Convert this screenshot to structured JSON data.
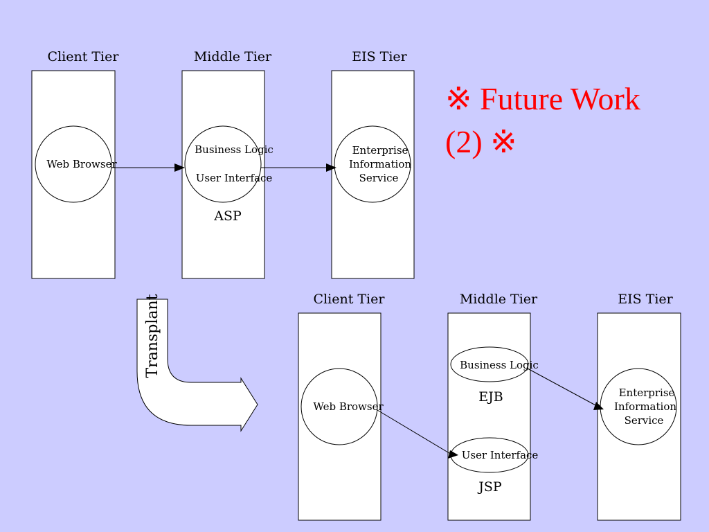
{
  "title": {
    "line1": "※ Future Work",
    "line2": "(2) ※",
    "color": "#ff0000"
  },
  "background_color": "#ccccff",
  "top_diagram": {
    "tiers": {
      "client": "Client Tier",
      "middle": "Middle Tier",
      "eis": "EIS Tier"
    },
    "web_browser": "Web Browser",
    "business_logic": "Business Logic",
    "user_interface": "User Interface",
    "enterprise": {
      "line1": "Enterprise",
      "line2": "Information",
      "line3": "Service"
    },
    "technology": "ASP"
  },
  "transplant_label": "Transplant",
  "bottom_diagram": {
    "tiers": {
      "client": "Client Tier",
      "middle": "Middle Tier",
      "eis": "EIS Tier"
    },
    "web_browser": "Web Browser",
    "business_logic": "Business Logic",
    "user_interface": "User Interface",
    "enterprise": {
      "line1": "Enterprise",
      "line2": "Information",
      "line3": "Service"
    },
    "business_tech": "EJB",
    "ui_tech": "JSP"
  }
}
